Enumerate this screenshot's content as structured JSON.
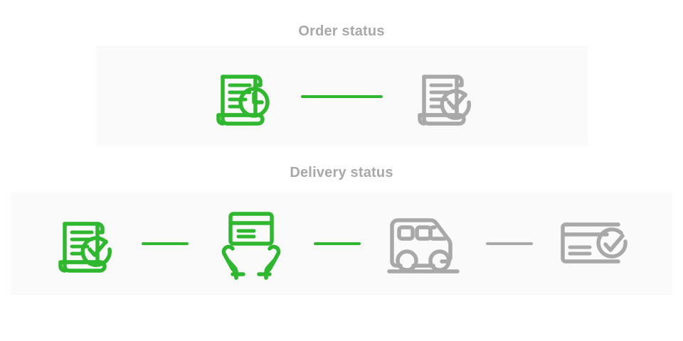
{
  "colors": {
    "page_background": "#ffffff",
    "panel_background": "#fafafa",
    "active_green": "#2fb72f",
    "inactive_gray": "#a8a8a8",
    "title_gray": "#a8a8a8"
  },
  "sections": [
    {
      "id": "order",
      "title": "Order status",
      "steps": [
        {
          "icon": "document-clock-icon",
          "state": "green"
        },
        {
          "icon": "document-check-icon",
          "state": "gray"
        }
      ],
      "connectors": [
        {
          "state": "green"
        }
      ]
    },
    {
      "id": "delivery",
      "title": "Delivery status",
      "steps": [
        {
          "icon": "document-check-icon",
          "state": "green"
        },
        {
          "icon": "hands-holding-card-icon",
          "state": "green"
        },
        {
          "icon": "delivery-van-icon",
          "state": "gray"
        },
        {
          "icon": "card-check-icon",
          "state": "gray"
        }
      ],
      "connectors": [
        {
          "state": "green"
        },
        {
          "state": "green"
        },
        {
          "state": "gray"
        }
      ]
    }
  ]
}
